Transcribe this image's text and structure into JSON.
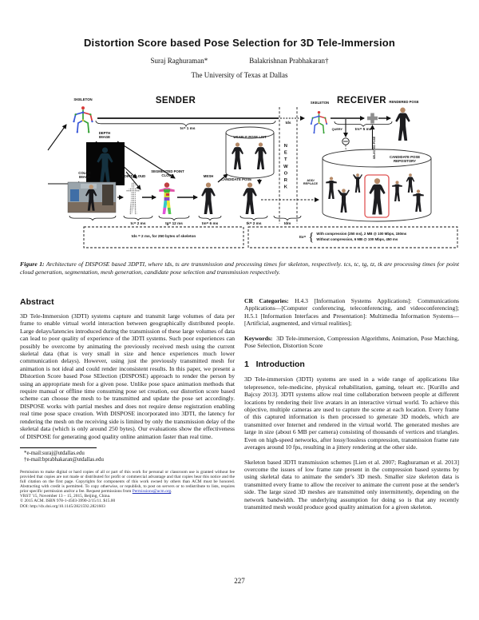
{
  "header": {
    "title": "Distortion Score based Pose Selection for 3D Tele-Immersion",
    "author1": "Suraj Raghuraman*",
    "author2": "Balakrishnan Prabhakaran†",
    "affiliation": "The University of Texas at Dallas"
  },
  "figure": {
    "sender_title": "SENDER",
    "receiver_title": "RECEIVER",
    "labels": {
      "skeleton_s": "SKELETON",
      "skeleton_r": "SKELETON",
      "depth": "DEPTH IMAGE",
      "color": "COLOR IMAGE",
      "point_cloud": "POINT CLOUD",
      "segmented": "SEGMENTED POINT CLOUD",
      "mesh": "MESH",
      "candidate": "CANDIDATE POSE",
      "usable": "USABLE POSE LIST",
      "network": "NETWORK",
      "rendered": "RENDERED POSE",
      "repository": "CANDIDATE POSE REPOSITORY",
      "add_replace": "ADD/ REPLACE",
      "query": "QUERY",
      "selected": "SELECTED POSE"
    },
    "timings": {
      "ts": "ts= 1 ms",
      "tds": "tds",
      "tc": "tc= 2 ms",
      "tg": "tg= 12 ms",
      "tm": "tm= 6 ms",
      "tk": "tk= 2 ms",
      "tdm": "tdm",
      "trs": "trs= 5 ms",
      "skeleton_note": "tds = 2 ms, for 250 bytes of skeleton",
      "ttx_prefix": "ttx=",
      "ttx_line1": "With compression (250 ms), 2 MB @ 100 Mbps, 150ms",
      "ttx_line2": "Without compression, 6 MB @ 100 Mbps, 450 ms"
    },
    "caption_label": "Figure 1:",
    "caption_text": "Architecture of DISPOSE based 3DPTI, where tds, ts are transmission and processing times for skeleton, respectively. tcs, tc, tg, tz, tk are processing times for point cloud generation, segmentation, mesh generation, candidate pose selection and transmission respectively."
  },
  "abstract": {
    "heading": "Abstract",
    "text": "3D Tele-Immersion (3DTI) systems capture and transmit large volumes of data per frame to enable virtual world interaction between geographically distributed people. Large delays/latencies introduced during the transmission of these large volumes of data can lead to poor quality of experience of the 3DTI systems. Such poor experiences can possibly be overcome by animating the previously received mesh using the current skeletal data (that is very small in size and hence experiences much lower communication delays). However, using just the previously transmitted mesh for animation is not ideal and could render inconsistent results. In this paper, we present a DIstortion Score based Pose SElection (DISPOSE) approach to render the person by using an appropriate mesh for a given pose. Unlike pose space animation methods that require manual or offline time consuming pose set creation, our distortion score based scheme can choose the mesh to be transmitted and update the pose set accordingly. DISPOSE works with partial meshes and does not require dense registration enabling real time pose space creation. With DISPOSE incorporated into 3DTI, the latency for rendering the mesh on the receiving side is limited by only the transmission delay of the skeletal data (which is only around 250 bytes). Our evaluations show the effectiveness of DISPOSE for generating good quality online animation faster than real time."
  },
  "footnotes": {
    "fn1": "*e-mail:suraj@utdallas.edu",
    "fn2": "†e-mail:bprabhakaran@utdallas.edu"
  },
  "permission": {
    "text": "Permission to make digital or hard copies of all or part of this work for personal or classroom use is granted without fee provided that copies are not made or distributed for profit or commercial advantage and that copies bear this notice and the full citation on the first page. Copyrights for components of this work owned by others than ACM must be honored. Abstracting with credit is permitted. To copy otherwise, or republish, to post on servers or to redistribute to lists, requires prior specific permission and/or a fee. Request permissions from ",
    "link": "Permissions@acm.org",
    "period": ".",
    "conference": "VRST '15, November 13 – 15, 2015, Beijing, China.",
    "copyright": "© 2015 ACM. ISBN 978-1-4503-3990-2/15/11. $15.00",
    "doi": "DOI: http://dx.doi.org/10.1145/2821592.2821603"
  },
  "cr": {
    "label": "CR Categories:",
    "text": "H.4.3 [Information Systems Applications]: Communications Applications—[Computer conferencing, teleconferencing, and videoconferencing]; H.5.1 [Information Interfaces and Presentation]: Multimedia Information Systems—[Artificial, augmented, and virtual realities];"
  },
  "keywords": {
    "label": "Keywords:",
    "text": "3D Tele-immersion, Compression Algorithms, Animation, Pose Matching, Pose Selection, Distortion Score"
  },
  "intro": {
    "heading": "1   Introduction",
    "para1": "3D Tele-immersion (3DTI) systems are used in a wide range of applications like telepresence, tele-medicine, physical rehabilitation, gaming, teleart etc. [Kurillo and Bajcsy 2013]. 3DTI systems allow real time collaboration between people at different locations by rendering their live avatars in an interactive virtual world. To achieve this objective, multiple cameras are used to capture the scene at each location. Every frame of this captured information is then processed to generate 3D models, which are transmitted over Internet and rendered in the virtual world. The generated meshes are large in size (about 6 MB per camera) consisting of thousands of vertices and triangles. Even on high-speed networks, after lossy/lossless compression, transmission frame rate averages around 10 fps, resulting in a jittery rendering at the other side.",
    "para2": "Skeleton based 3DTI transmission schemes [Lien et al. 2007; Raghuraman et al. 2013] overcome the issues of low frame rate present in the compression based systems by using skeletal data to animate the sender's 3D mesh. Smaller size skeleton data is transmitted every frame to allow the receiver to animate the current pose at the sender's side. The large sized 3D meshes are transmitted only intermittently, depending on the network bandwidth. The underlying assumption for doing so is that any recently transmitted mesh would produce good quality animation for a given skeleton."
  },
  "page_number": "227"
}
